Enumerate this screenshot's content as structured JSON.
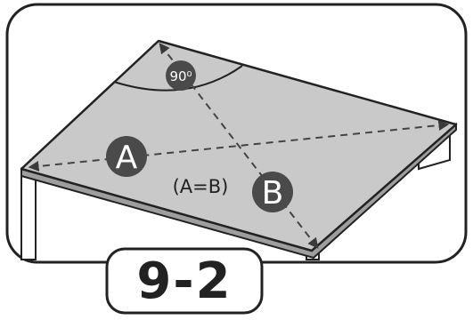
{
  "diagram": {
    "angle_label": "90⁰",
    "diagonal_a_label": "A",
    "diagonal_b_label": "B",
    "equality_label": "(A=B)",
    "step_label": "9-2"
  },
  "colors": {
    "outline": "#222222",
    "panel_fill": "#c9c9c9",
    "badge_fill": "#4a4a4a",
    "badge_text": "#ffffff",
    "background": "#ffffff"
  }
}
